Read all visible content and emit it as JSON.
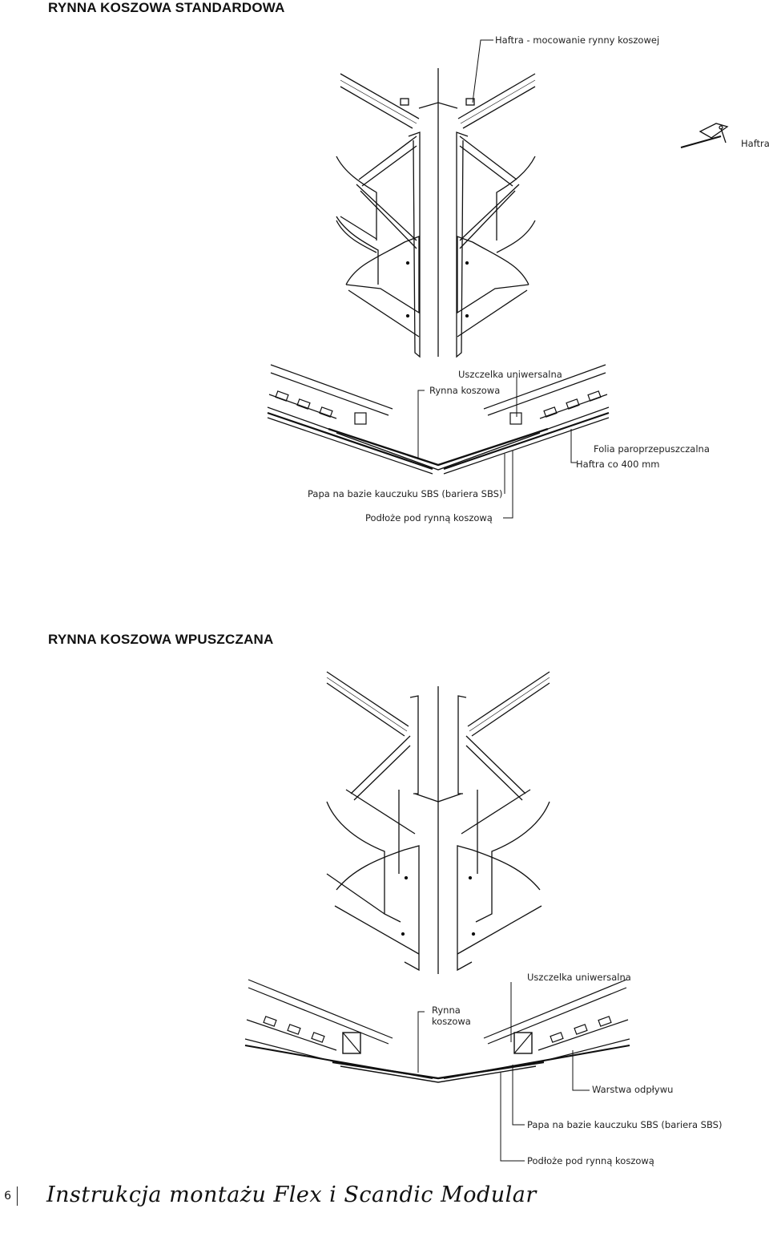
{
  "sections": {
    "standard": {
      "title": "RYNNA KOSZOWA STANDARDOWA",
      "labels": {
        "haftra_mounting": "Haftra - mocowanie rynny koszowej",
        "haftra": "Haftra",
        "seal": "Uszczelka uniwersalna",
        "gutter": "Rynna koszowa",
        "membrane": "Folia paroprzepuszczalna",
        "haftra_spacing": "Haftra co 400 mm",
        "sbs": "Papa na bazie kauczuku SBS (bariera SBS)",
        "substrate": "Podłoże pod rynną koszową"
      }
    },
    "recessed": {
      "title": "RYNNA KOSZOWA WPUSZCZANA",
      "labels": {
        "seal": "Uszczelka uniwersalna",
        "gutter": "Rynna koszowa",
        "drain_layer": "Warstwa odpływu",
        "sbs": "Papa na bazie kauczuku SBS (bariera SBS)",
        "substrate": "Podłoże pod rynną koszową"
      }
    }
  },
  "footer": {
    "page_number": "6",
    "title": "Instrukcja montażu Flex i Scandic Modular"
  }
}
